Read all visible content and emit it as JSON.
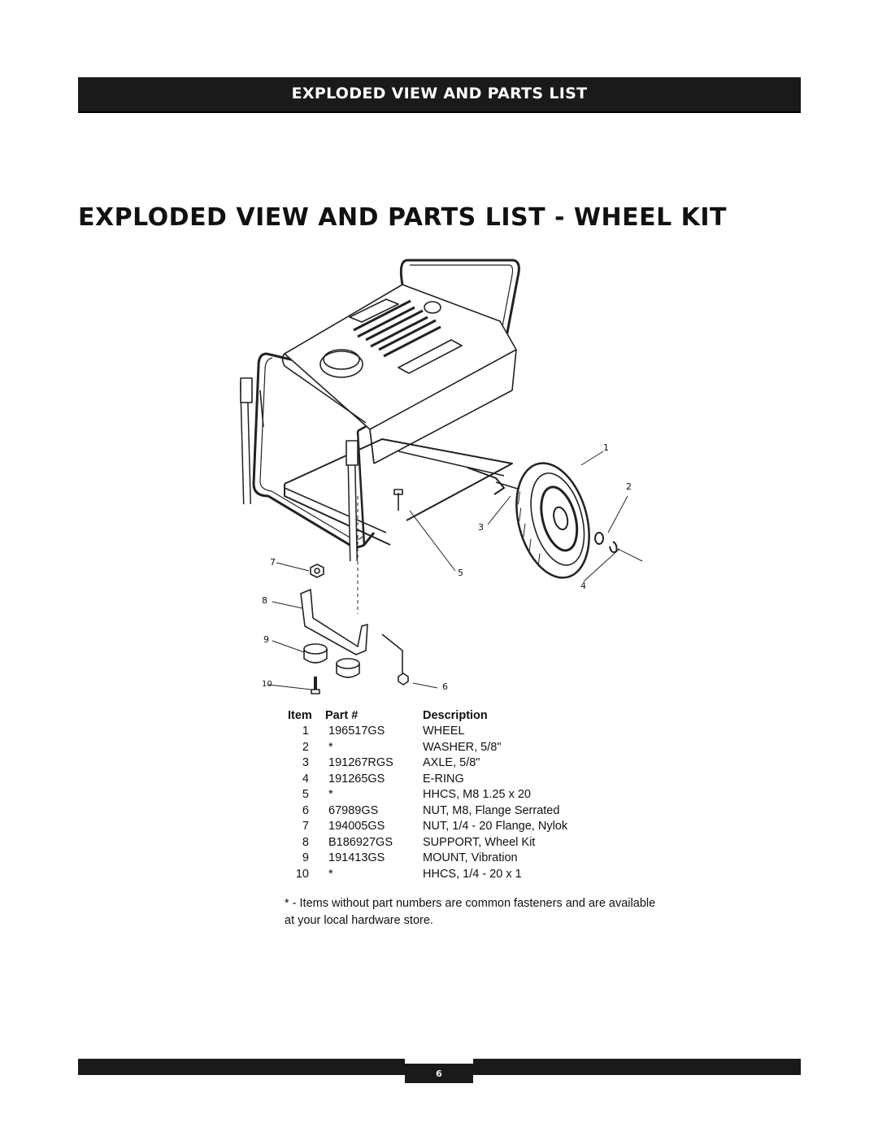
{
  "header": {
    "title": "EXPLODED VIEW AND PARTS LIST"
  },
  "page": {
    "title": "EXPLODED VIEW AND PARTS LIST - WHEEL KIT"
  },
  "diagram": {
    "callouts": [
      "1",
      "2",
      "3",
      "4",
      "5",
      "6",
      "7",
      "8",
      "9",
      "10"
    ]
  },
  "parts_list": {
    "headers": {
      "item": "Item",
      "part": "Part #",
      "description": "Description"
    },
    "rows": [
      {
        "item": "1",
        "part": "196517GS",
        "description": "WHEEL"
      },
      {
        "item": "2",
        "part": "*",
        "description": "WASHER, 5/8\""
      },
      {
        "item": "3",
        "part": "191267RGS",
        "description": "AXLE, 5/8\""
      },
      {
        "item": "4",
        "part": "191265GS",
        "description": "E-RING"
      },
      {
        "item": "5",
        "part": "*",
        "description": "HHCS, M8 1.25 x 20"
      },
      {
        "item": "6",
        "part": "67989GS",
        "description": "NUT, M8, Flange Serrated"
      },
      {
        "item": "7",
        "part": "194005GS",
        "description": "NUT, 1/4 - 20 Flange, Nylok"
      },
      {
        "item": "8",
        "part": "B186927GS",
        "description": "SUPPORT, Wheel Kit"
      },
      {
        "item": "9",
        "part": "191413GS",
        "description": "MOUNT, Vibration"
      },
      {
        "item": "10",
        "part": "*",
        "description": "HHCS, 1/4 - 20 x 1"
      }
    ]
  },
  "footnote": "* - Items without part numbers are common fasteners and are available at your local hardware store.",
  "footer": {
    "page_number": "6"
  }
}
